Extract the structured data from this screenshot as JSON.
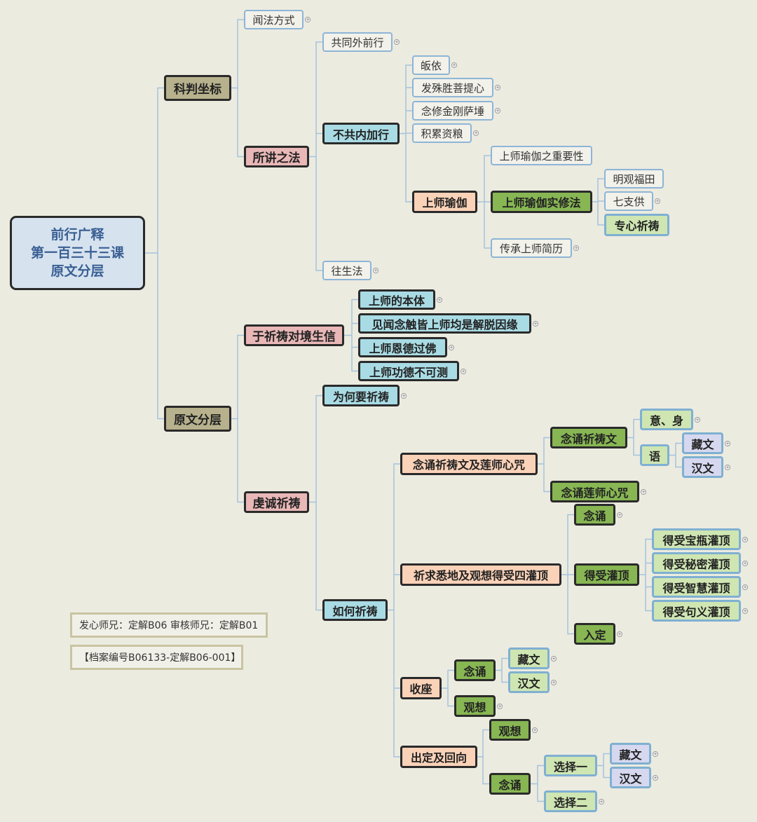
{
  "root": {
    "lines": [
      "前行广释",
      "第一百三十三课",
      "原文分层"
    ]
  },
  "nodes": {
    "kp": "科判坐标",
    "ywfc": "原文分层",
    "wffs": "闻法方式",
    "sjzf": "所讲之法",
    "gtwqx": "共同外前行",
    "bgnjx": "不共内加行",
    "wsf": "往生法",
    "gy": "皈依",
    "fstpx": "发殊胜菩提心",
    "nxjgsd": "念修金刚萨埵",
    "jlzl": "积累资粮",
    "ssyj": "上师瑜伽",
    "ssyjzzyx": "上师瑜伽之重要性",
    "ssyjsxf": "上师瑜伽实修法",
    "ccssjl": "传承上师简历",
    "mgft": "明观福田",
    "qzg": "七支供",
    "zxqd": "专心祈祷",
    "yqddjsx": "于祈祷对境生信",
    "qcqd": "虔诚祈祷",
    "ssdbt": "上师的本体",
    "jwnc": "见闻念触皆上师均是解脱因缘",
    "ssedgf": "上师恩德过佛",
    "ssgdbkc": "上师功德不可测",
    "whyqd": "为何要祈祷",
    "rhqd": "如何祈祷",
    "nsqdw": "念诵祈祷文及莲师心咒",
    "qqxd": "祈求悉地及观想得受四灌顶",
    "sz": "收座",
    "cdjhx": "出定及回向",
    "nsqdw2": "念诵祈祷文",
    "nslsxz": "念诵莲师心咒",
    "ys": "意、身",
    "yu": "语",
    "zw1": "藏文",
    "hw1": "汉文",
    "ns1": "念诵",
    "dsgd": "得受灌顶",
    "rd": "入定",
    "dsbp": "得受宝瓶灌顶",
    "dsmm": "得受秘密灌顶",
    "dszh": "得受智慧灌顶",
    "dsjy": "得受句义灌顶",
    "ns2": "念诵",
    "gx1": "观想",
    "zw2": "藏文",
    "hw2": "汉文",
    "gx2": "观想",
    "ns3": "念诵",
    "xz1": "选择一",
    "xz2": "选择二",
    "zw3": "藏文",
    "hw3": "汉文"
  },
  "notes": {
    "credits": "发心师兄：定解B06   审核师兄：定解B01",
    "archive": "【档案编号B06133-定解B06-001】"
  },
  "colors": {
    "line": "#a4c3de",
    "root_bg": "#d6e3ef",
    "main_bg": "#b7b18d",
    "pink_bg": "#e9b7b7",
    "blue_bg": "#a9dbe4",
    "peach_bg": "#fad2b8",
    "green_bg": "#87b653",
    "light_green_bg": "#cfe6b3",
    "lavender_bg": "#d6d8ef",
    "plain_bg": "#f2f1ea"
  }
}
